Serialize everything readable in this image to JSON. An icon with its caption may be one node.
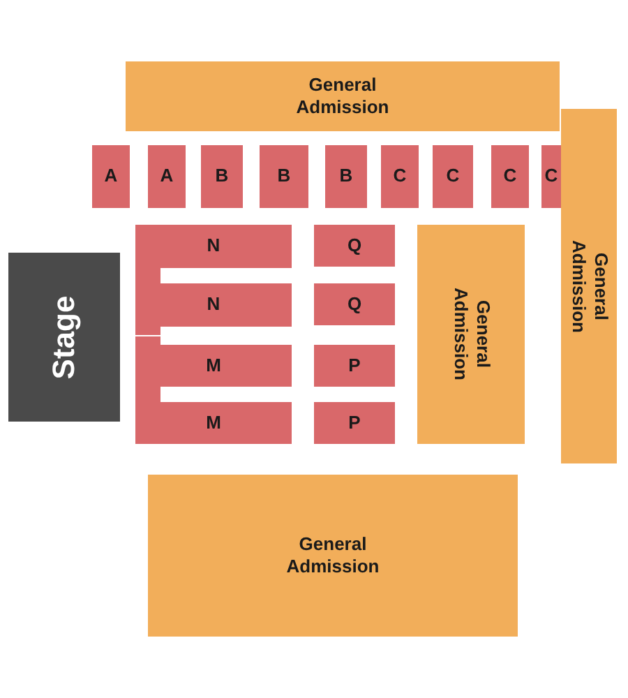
{
  "diagram": {
    "nodes": [
      {
        "text": [
          "General Admission"
        ]
      },
      {
        "text": [
          "A"
        ]
      },
      {
        "text": [
          "A"
        ]
      },
      {
        "text": [
          "B"
        ]
      },
      {
        "text": [
          "B"
        ]
      },
      {
        "text": [
          "B"
        ]
      },
      {
        "text": [
          "C"
        ]
      },
      {
        "text": [
          "C"
        ]
      },
      {
        "text": [
          "C"
        ]
      },
      {
        "text": [
          "C"
        ]
      },
      {
        "text": [
          "General Admission"
        ]
      },
      {
        "text": [
          "Stage"
        ]
      },
      {
        "text": [
          "N"
        ]
      },
      {
        "text": [
          "Q"
        ]
      },
      {
        "text": [
          "N"
        ]
      },
      {
        "text": [
          "Q"
        ]
      },
      {
        "text": [
          "General Admission"
        ]
      },
      {
        "text": [
          "M"
        ]
      },
      {
        "text": [
          "P"
        ]
      },
      {
        "text": [
          "M"
        ]
      },
      {
        "text": [
          "P"
        ]
      },
      {
        "text": [
          "General Admission"
        ]
      }
    ]
  }
}
